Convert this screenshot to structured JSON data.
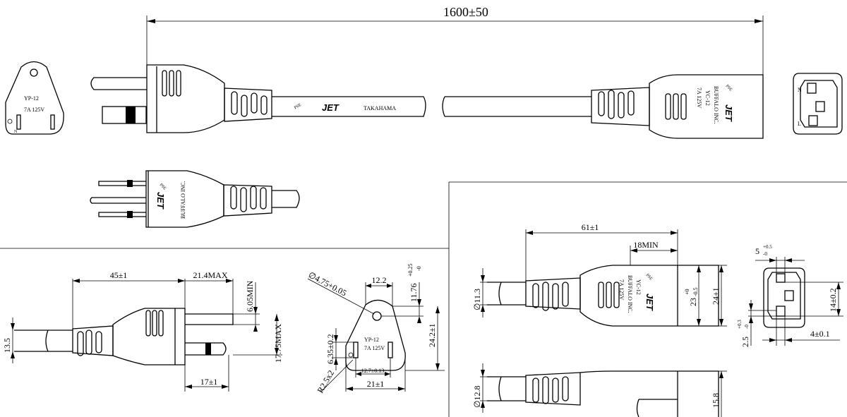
{
  "dimensions": {
    "total_length": "1600±50",
    "plug_length": "45±1",
    "plug_head": "21.4MAX",
    "pin_min": "6.05MIN",
    "pin_max": "17.75MAX",
    "plug_dia": "13.5",
    "plug_base": "17±1",
    "face_hole": "∅4.75+0.05",
    "face_top": "12.2",
    "face_height_top": "11.76",
    "face_tol_plus": "+0.25",
    "face_tol_minus": "-0",
    "face_height": "24.2±1",
    "face_blade": "6.35±0.2",
    "face_spacing": "12.7±0.13",
    "face_width": "21±1",
    "face_radius": "R2.5x2",
    "conn_length": "61±1",
    "conn_min": "18MIN",
    "conn_cord": "∅11.3",
    "conn_w": "23",
    "conn_w_tol_plus": "+0",
    "conn_w_tol_minus": "-0.5",
    "conn_h": "24±1",
    "conn_cord2": "∅12.8",
    "conn_h2": "15.8",
    "sock_top": "5",
    "sock_top_tol_plus": "+0.5",
    "sock_top_tol_minus": "-0",
    "sock_h": "14±0.2",
    "sock_pin": "2.5",
    "sock_pin_tol_plus": "+0.3",
    "sock_pin_tol_minus": "-0",
    "sock_w": "4±0.1"
  },
  "markings": {
    "plug_model": "YP-12",
    "rating": "7A 125V",
    "conn_model": "YC-12",
    "brand": "JET",
    "maker": "TAKAHAMA",
    "company": "BUFFALO INC.",
    "pse": "PSE",
    "neutral": "N",
    "live": "L"
  }
}
